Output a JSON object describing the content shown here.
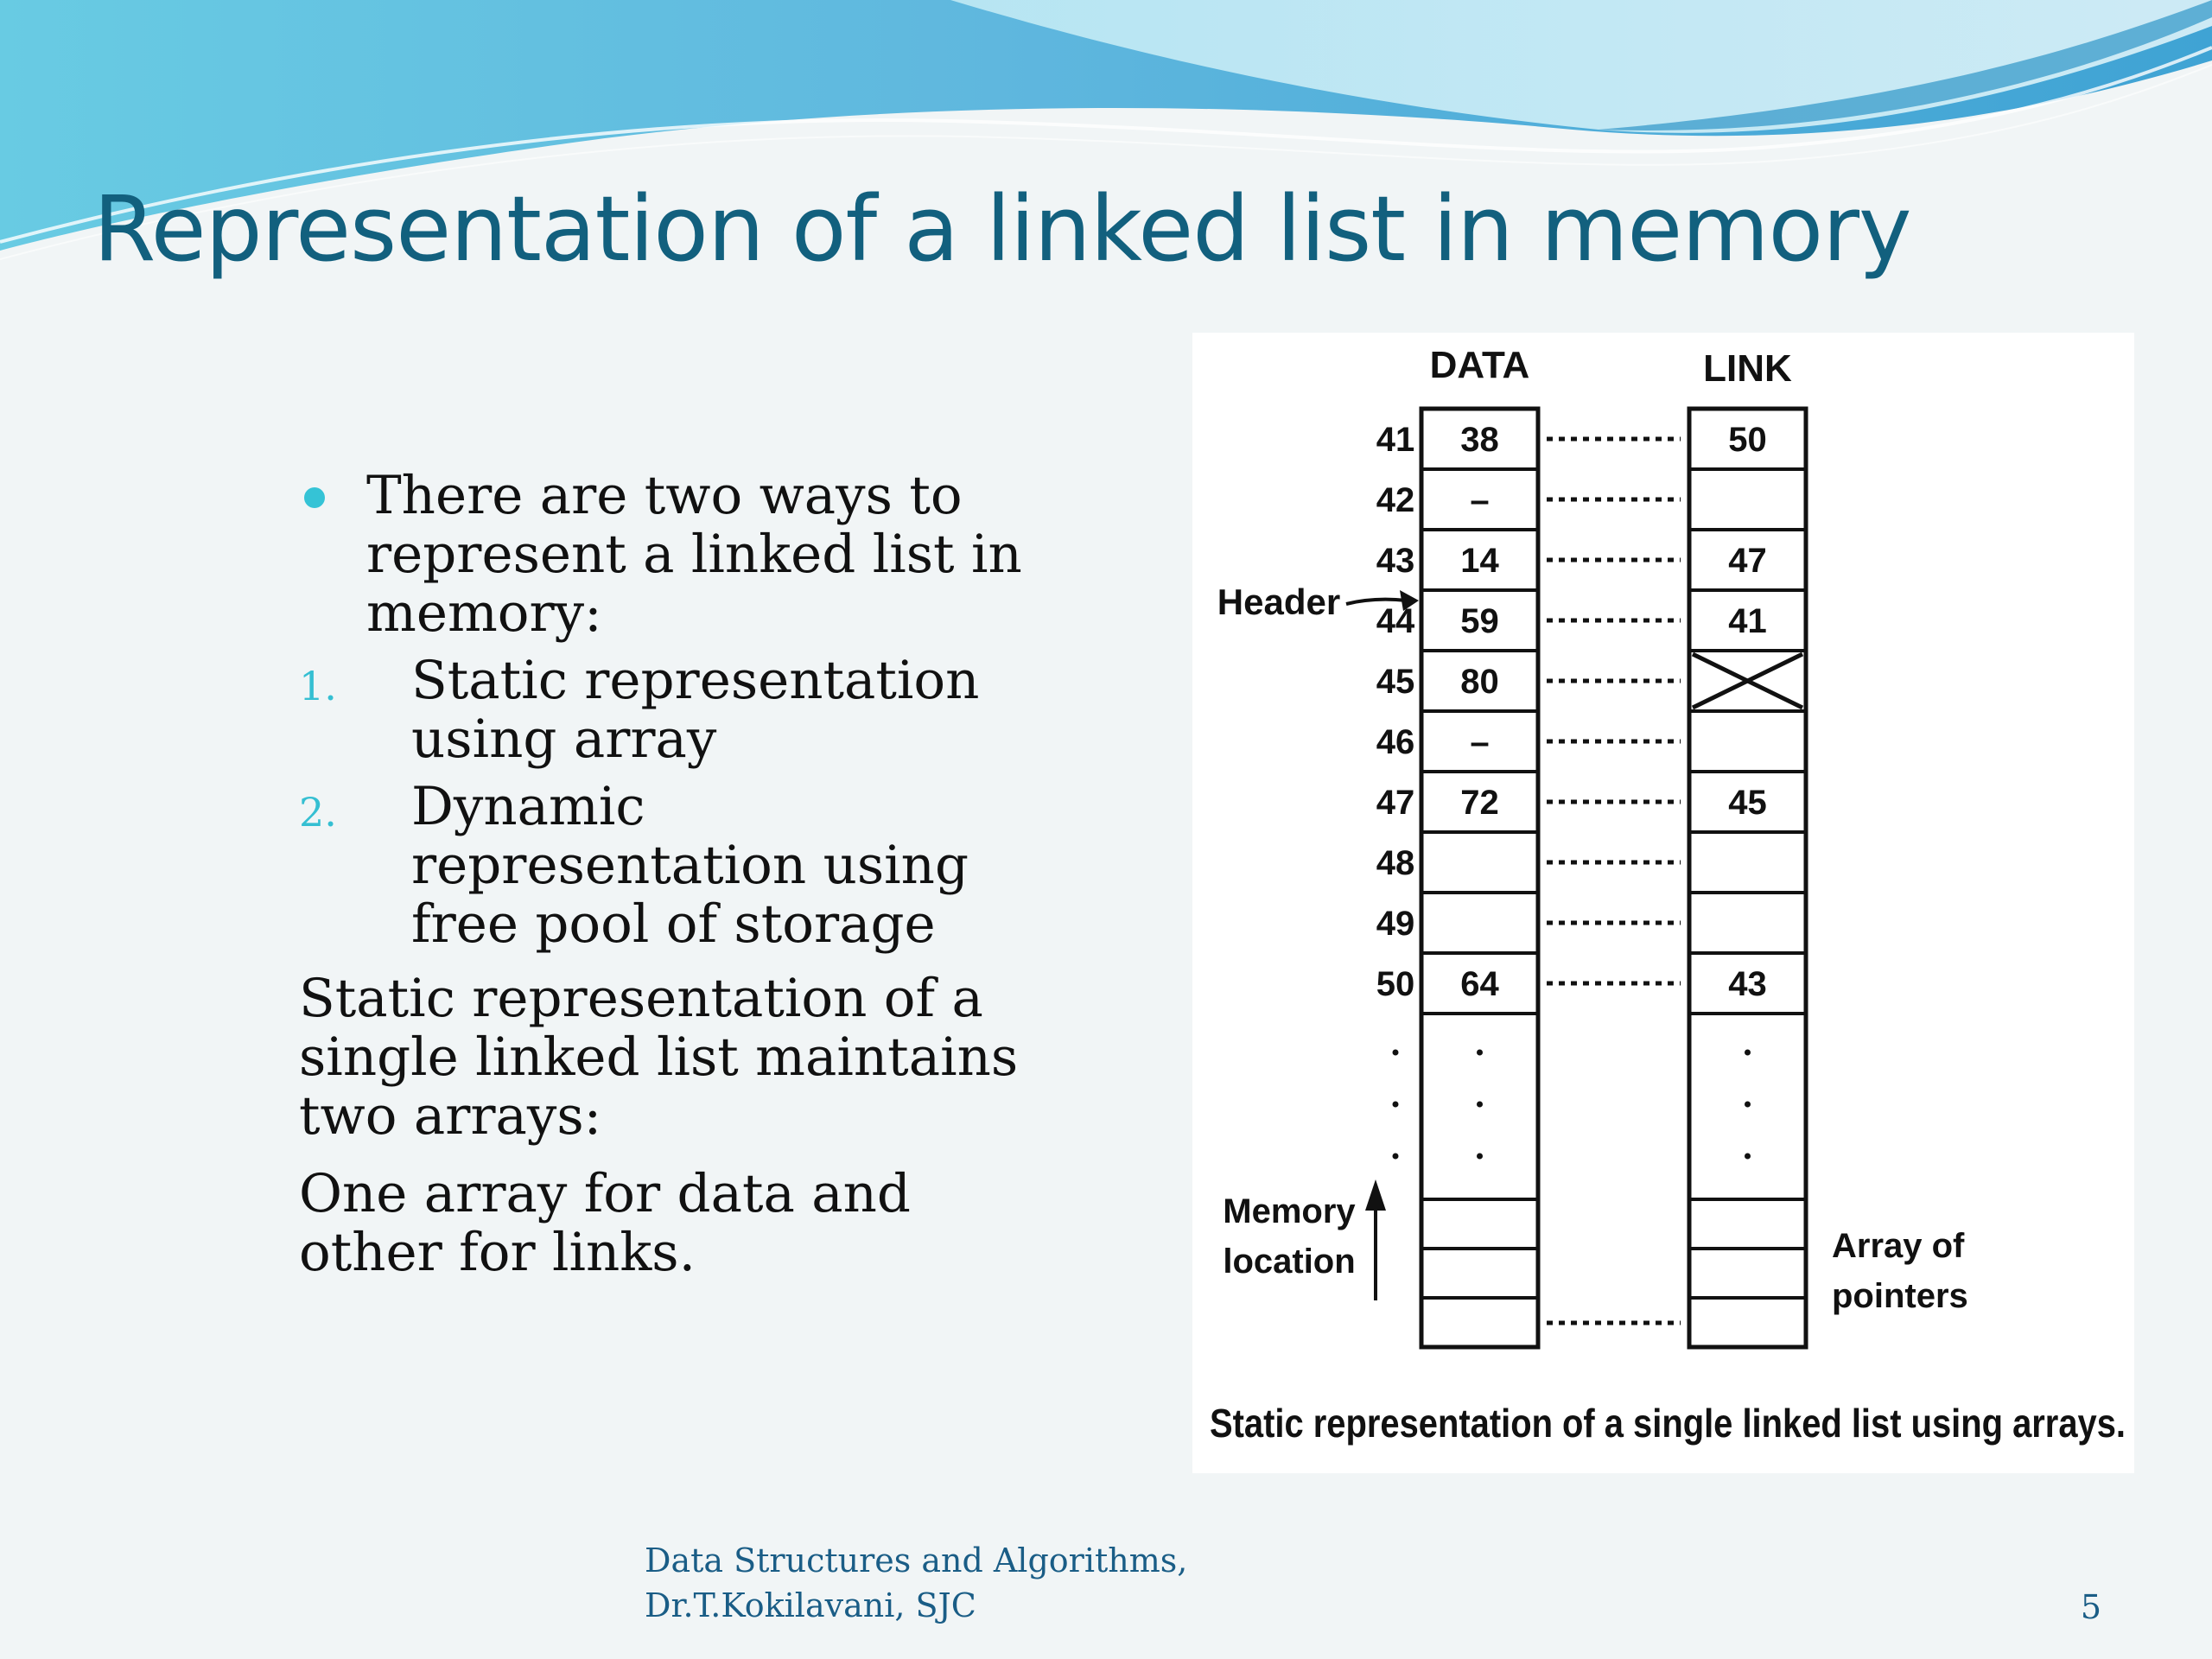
{
  "slide": {
    "title": "Representation of a linked list in memory",
    "bullet": "There are two ways to represent a linked list in memory:",
    "numbered": [
      {
        "num": "1.",
        "text": "Static representation using array"
      },
      {
        "num": "2.",
        "text": "Dynamic representation using free pool of storage"
      }
    ],
    "paragraphs": [
      "Static representation of a single linked list maintains two arrays:",
      "One array for data and other for links."
    ],
    "footer": {
      "line1": "Data Structures and Algorithms,",
      "line2": "Dr.T.Kokilavani, SJC"
    },
    "page_number": "5"
  },
  "figure": {
    "data_header": "DATA",
    "link_header": "LINK",
    "rows": [
      {
        "loc": "41",
        "data": "38",
        "link": "50"
      },
      {
        "loc": "42",
        "data": "–",
        "link": ""
      },
      {
        "loc": "43",
        "data": "14",
        "link": "47"
      },
      {
        "loc": "44",
        "data": "59",
        "link": "41"
      },
      {
        "loc": "45",
        "data": "80",
        "link": "",
        "null_link": true
      },
      {
        "loc": "46",
        "data": "–",
        "link": ""
      },
      {
        "loc": "47",
        "data": "72",
        "link": "45"
      },
      {
        "loc": "48",
        "data": "",
        "link": ""
      },
      {
        "loc": "49",
        "data": "",
        "link": ""
      },
      {
        "loc": "50",
        "data": "64",
        "link": "43"
      }
    ],
    "header_label": "Header",
    "header_points_to": "44",
    "memory_label": [
      "Memory",
      "location"
    ],
    "pointers_label": [
      "Array of",
      "pointers"
    ],
    "caption": "Static representation of a single linked list using arrays."
  },
  "colors": {
    "title": "#12607e",
    "bullet": "#35c3d6",
    "footer": "#1a5d86",
    "wave_light": "#c8eef6",
    "wave_dark": "#3aa3cf"
  }
}
